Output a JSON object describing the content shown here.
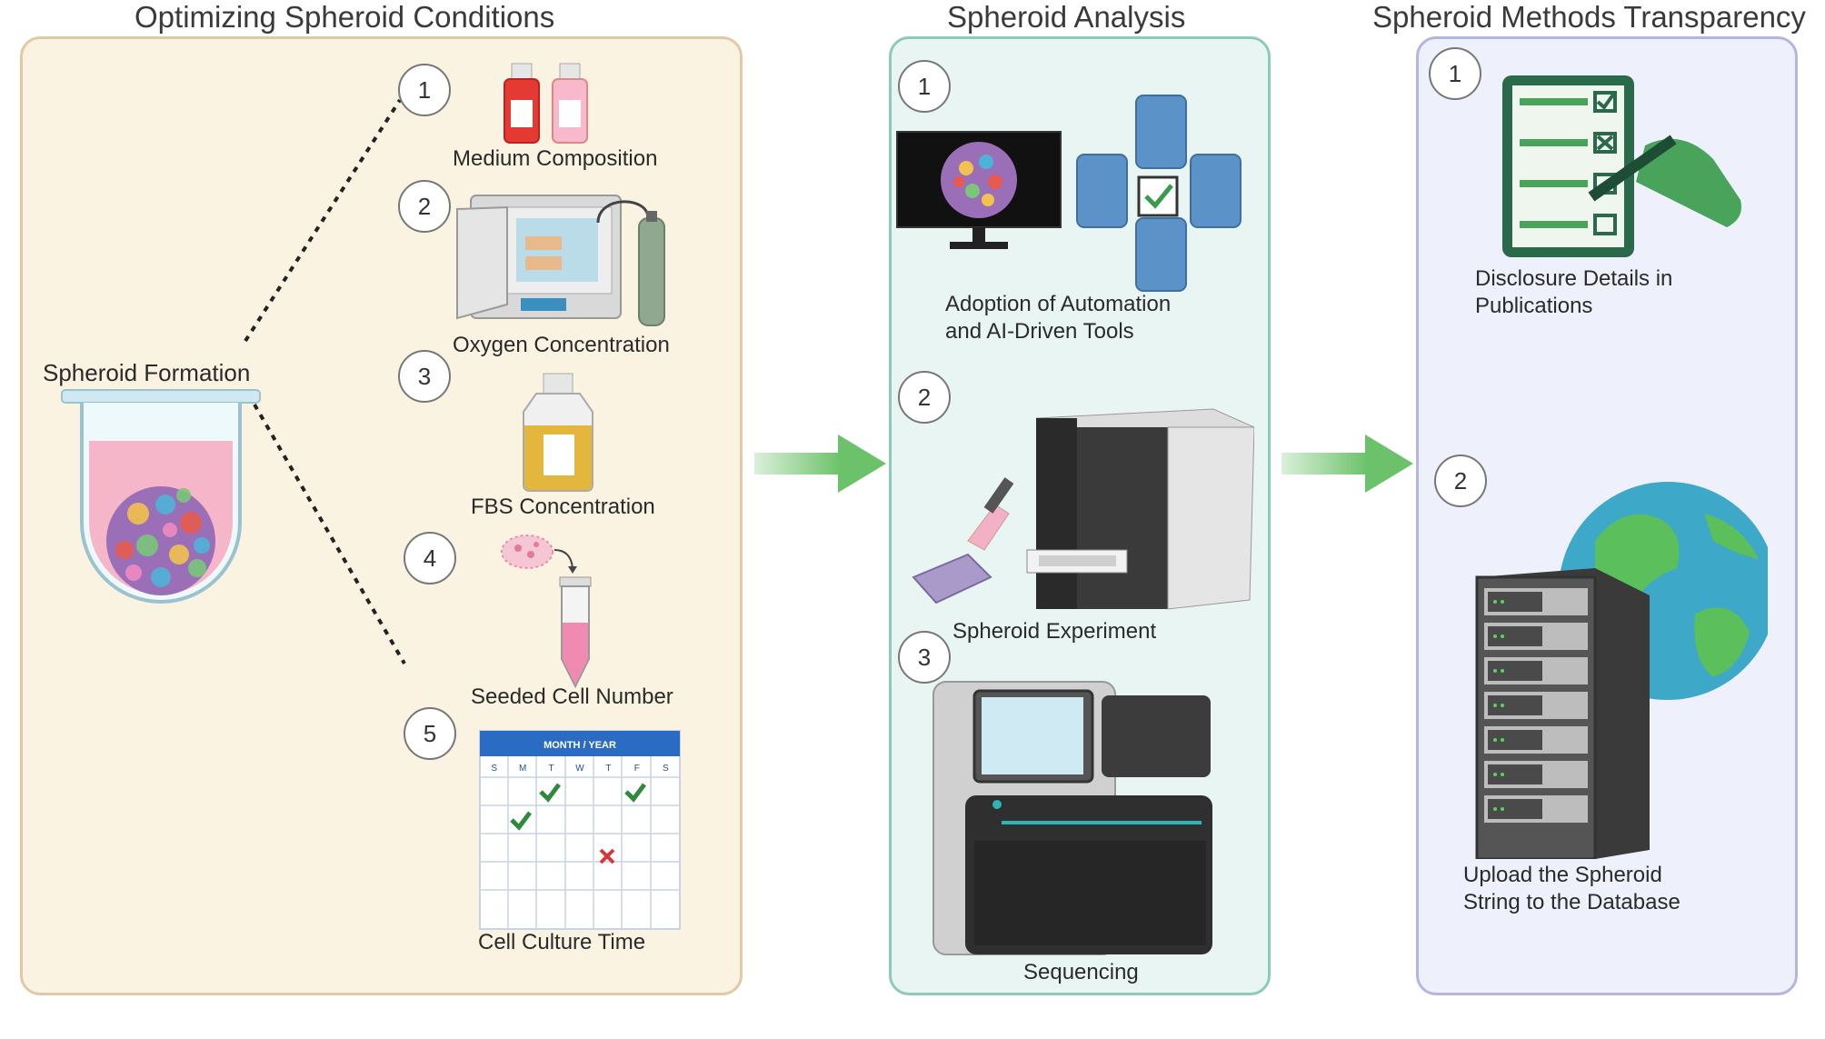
{
  "sections": [
    {
      "title": "Optimizing Spheroid Conditions"
    },
    {
      "title": "Spheroid Analysis"
    },
    {
      "title": "Spheroid Methods Transparency"
    }
  ],
  "optimizing": {
    "center_label": "Spheroid Formation",
    "steps": [
      {
        "num": "1",
        "label": "Medium Composition"
      },
      {
        "num": "2",
        "label": "Oxygen Concentration"
      },
      {
        "num": "3",
        "label": "FBS Concentration"
      },
      {
        "num": "4",
        "label": "Seeded Cell Number"
      },
      {
        "num": "5",
        "label": "Cell Culture Time"
      }
    ],
    "calendar": {
      "header": "MONTH / YEAR",
      "days": [
        "S",
        "M",
        "T",
        "W",
        "T",
        "F",
        "S"
      ]
    }
  },
  "analysis": {
    "steps": [
      {
        "num": "1",
        "label_lines": [
          "Adoption of Automation",
          "and AI-Driven Tools"
        ]
      },
      {
        "num": "2",
        "label": "Spheroid Experiment"
      },
      {
        "num": "3",
        "label": "Sequencing"
      }
    ]
  },
  "transparency": {
    "steps": [
      {
        "num": "1",
        "label_lines": [
          "Disclosure Details in",
          "Publications"
        ]
      },
      {
        "num": "2",
        "label_lines": [
          "Upload the Spheroid",
          "String to the Database"
        ]
      }
    ]
  },
  "colors": {
    "panel1_bg": "#fbf3e2",
    "panel2_bg": "#e8f5f2",
    "panel3_bg": "#eef0fb",
    "arrow": "#6cc26a",
    "checklist": "#2a6a4a",
    "calendar_header": "#2a6cc4"
  }
}
